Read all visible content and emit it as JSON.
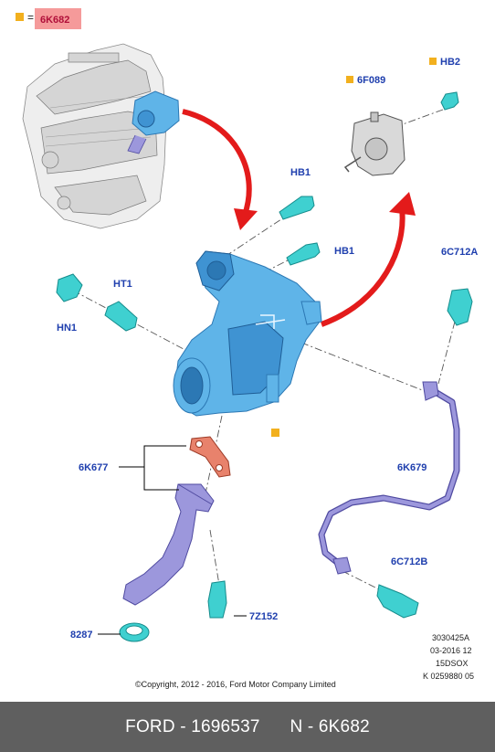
{
  "legend": {
    "marker_color": "#f2b01e",
    "equals": "=",
    "part": "6K682",
    "highlight_color": "#f59a9a"
  },
  "callouts": {
    "hb1_top": "HB1",
    "hb1_mid": "HB1",
    "hb2": "HB2",
    "f6f089": "6F089",
    "c6c712a": "6C712A",
    "ht1": "HT1",
    "hn1": "HN1",
    "k6k677": "6K677",
    "k6k679": "6K679",
    "c6c712b": "6C712B",
    "z7z152": "7Z152",
    "p8287": "8287"
  },
  "meta": {
    "line1": "3030425A",
    "line2": "03-2016 12",
    "line3": "15DSOX",
    "line4": "K 0259880 05"
  },
  "copyright": "©Copyright, 2012 - 2016, Ford Motor Company Limited",
  "footer": {
    "left": "FORD - 1696537",
    "right": "N - 6K682"
  },
  "colors": {
    "callout_text": "#1f3fae",
    "arrow_red": "#e31b1b",
    "turbo_blue": "#5fb4e8",
    "fastener_cyan": "#3fd0d0",
    "pipe_purple": "#9c97dc",
    "gasket_orange": "#e8826c",
    "footer_bg": "#5f5f5f"
  }
}
